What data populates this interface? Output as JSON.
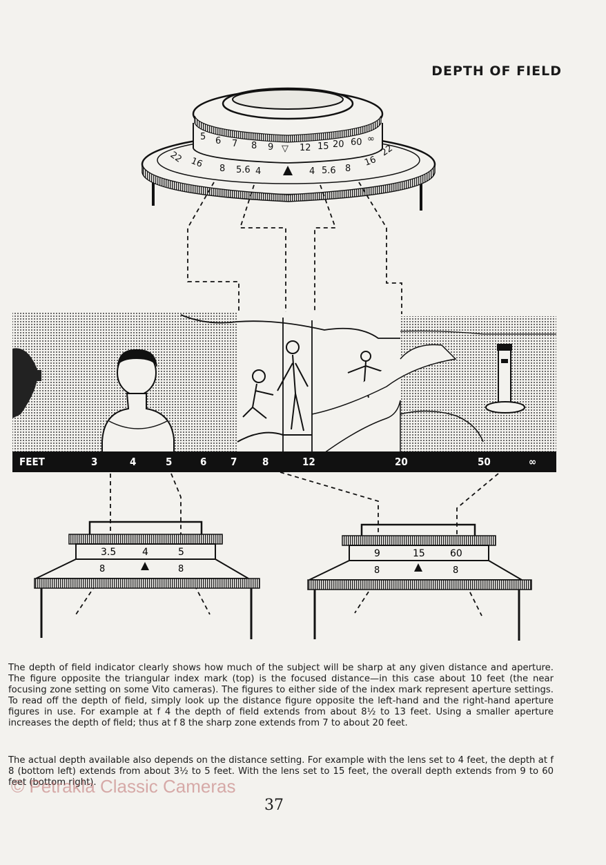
{
  "header": {
    "title": "DEPTH OF FIELD"
  },
  "lens_ring": {
    "distance_scale": [
      "5",
      "6",
      "7",
      "8",
      "9",
      "▽",
      "12",
      "15",
      "20",
      "60",
      "∞"
    ],
    "aperture_scale_left": [
      "22",
      "16",
      "8",
      "5.6",
      "4"
    ],
    "aperture_scale_right": [
      "4",
      "5.6",
      "8",
      "16",
      "22"
    ]
  },
  "feet_scale": {
    "label": "FEET",
    "ticks": [
      "3",
      "4",
      "5",
      "6",
      "7",
      "8",
      "12",
      "20",
      "50",
      "∞"
    ]
  },
  "detail_left": {
    "distances": [
      "3.5",
      "4",
      "5"
    ],
    "aperture_marks": [
      "8",
      "8"
    ]
  },
  "detail_right": {
    "distances": [
      "9",
      "15",
      "60"
    ],
    "aperture_marks": [
      "8",
      "8"
    ]
  },
  "body": {
    "p1": "The depth of field indicator clearly shows how much of the subject will be sharp at any given distance and aperture. The figure opposite the triangular index mark (top) is the focused distance—in this case about 10 feet (the near focusing zone setting on some Vito cameras). The figures to either side of the index mark represent aperture settings. To read off the depth of field, simply look up the distance figure opposite the left-hand and the right-hand aperture figures in use. For example at f 4 the depth of field extends from about 8½ to 13 feet. Using a smaller aperture increases the depth of field; thus at f 8 the sharp zone extends from 7 to about 20 feet.",
    "p2": "The actual depth available also depends on the distance setting. For example with the lens set to 4 feet, the depth at f 8 (bottom left) extends from about 3½ to 5 feet. With the lens set to 15 feet, the overall depth extends from 9 to 60 feet (bottom right)."
  },
  "watermark": "© Petrakla Classic Cameras",
  "page_number": "37"
}
